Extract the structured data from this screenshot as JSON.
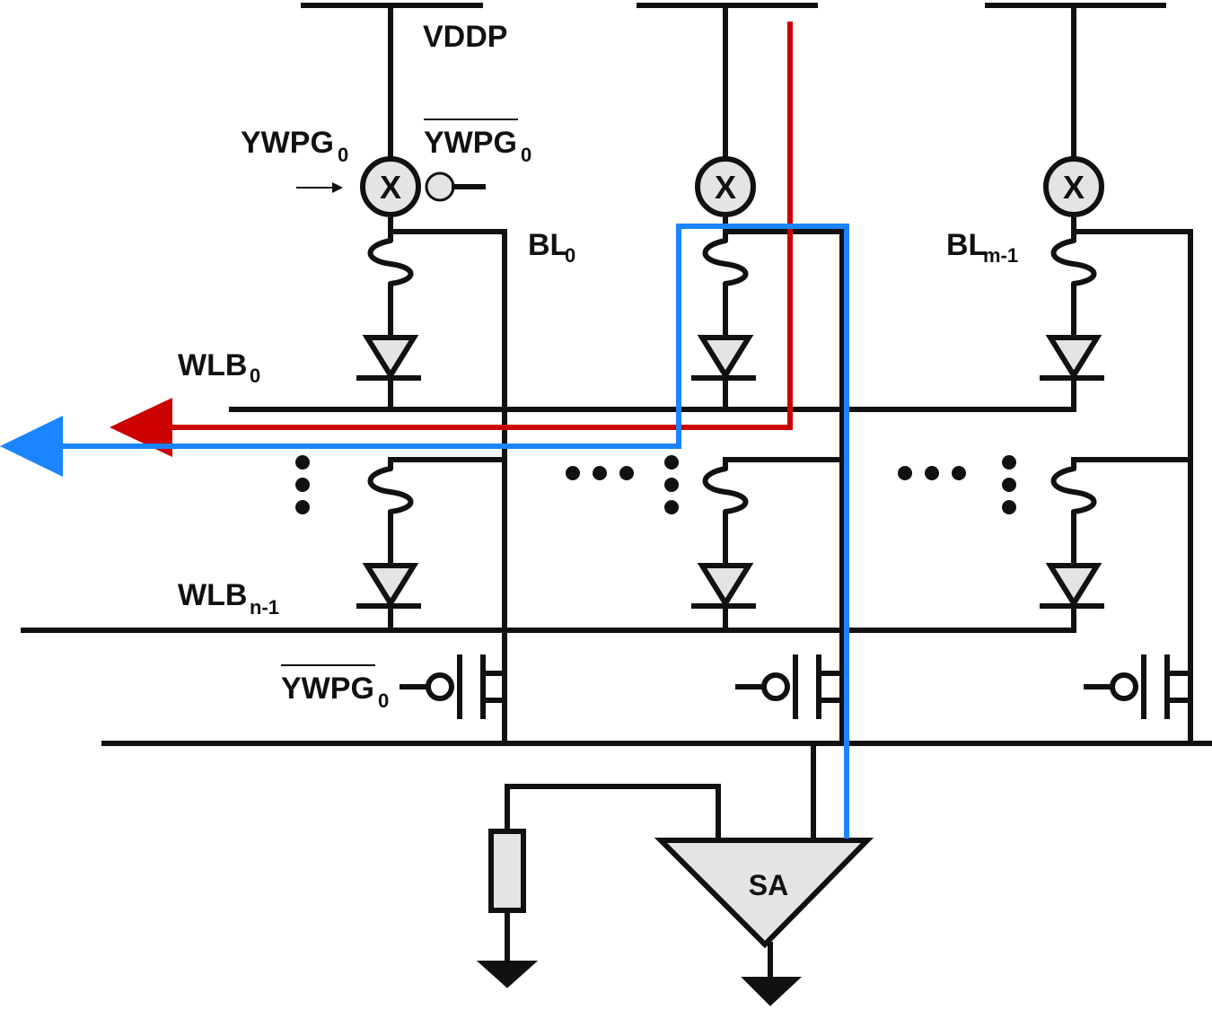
{
  "labels": {
    "vddp": "VDDP",
    "ywpg0_main": "YWPG",
    "ywpg0_main_sub": "0",
    "ywpg0_bar_top": "YWPG",
    "ywpg0_bar_top_sub": "0",
    "ywpg0_bar_bottom": "YWPG",
    "ywpg0_bar_bottom_sub": "0",
    "bl0": "BL",
    "bl0_sub": "0",
    "blm1": "BL",
    "blm1_sub": "m-1",
    "wlb0": "WLB",
    "wlb0_sub": "0",
    "wlbn1": "WLB",
    "wlbn1_sub": "n-1",
    "switch_mark": "X",
    "sense_amp": "SA"
  },
  "colors": {
    "wire": "#111111",
    "program_path": "#cc0000",
    "read_path": "#1a85ff",
    "component_fill": "#e4e4e4"
  }
}
